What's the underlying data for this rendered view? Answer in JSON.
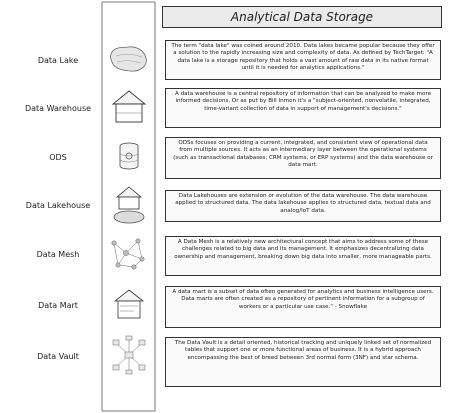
{
  "title": "Analytical Data Storage",
  "rows": [
    {
      "label": "Data Lake",
      "icon": "lake-icon",
      "description": "The term \"data lake\" was coined around 2010. Data lakes became popular because they offer a solution to the rapidly increasing size and complexity of data. As defined by TechTarget: \"A data lake is a storage repository that holds a vast amount of raw data in its native format until it is needed for analytics applications.\""
    },
    {
      "label": "Data Warehouse",
      "icon": "warehouse-icon",
      "description": "A data warehouse is a central repository of information that can be analyzed to make more informed decisions. Or as put by Bill Inmon it's a \"subject-oriented, nonvolatile, integrated, time-variant collection of data in support of management's decisions.\""
    },
    {
      "label": "ODS",
      "icon": "ods-database-icon",
      "description": "ODSs focuses on providing a current, integrated, and consistent view of operational data from multiple sources. It acts as an intermediary layer between the operational systems (such as transactional databases, CRM systems, or ERP systems) and the data warehouse or data mart."
    },
    {
      "label": "Data Lakehouse",
      "icon": "lakehouse-icon",
      "description": "Data Lakehouses are extension or evolution of the data warehouse. The data warehouse applied to structured data. The data lakehouse applies to structured data, textual data and analog/IoT data."
    },
    {
      "label": "Data Mesh",
      "icon": "mesh-network-icon",
      "description": "A Data Mesh is a relatively new architectural concept that aims to address some of these challenges related to big data and its management. It emphasizes decentralizing data ownership and management, breaking down big data into smaller, more manageable parts."
    },
    {
      "label": "Data Mart",
      "icon": "mart-icon",
      "description": "A data mart is a subset of data often generated for analytics and business intelligence users. Data marts are often created as a repository of pertinent information for a subgroup of workers or a particular use case.\" - Snowflake"
    },
    {
      "label": "Data Vault",
      "icon": "vault-model-icon",
      "description": "The Data Vault is a detail oriented, historical tracking and uniquely linked set of normalized tables that support one or more functional areas of business. It is a hybrid approach encompassing the best of breed between 3rd normal form (3NF) and star schema."
    }
  ]
}
